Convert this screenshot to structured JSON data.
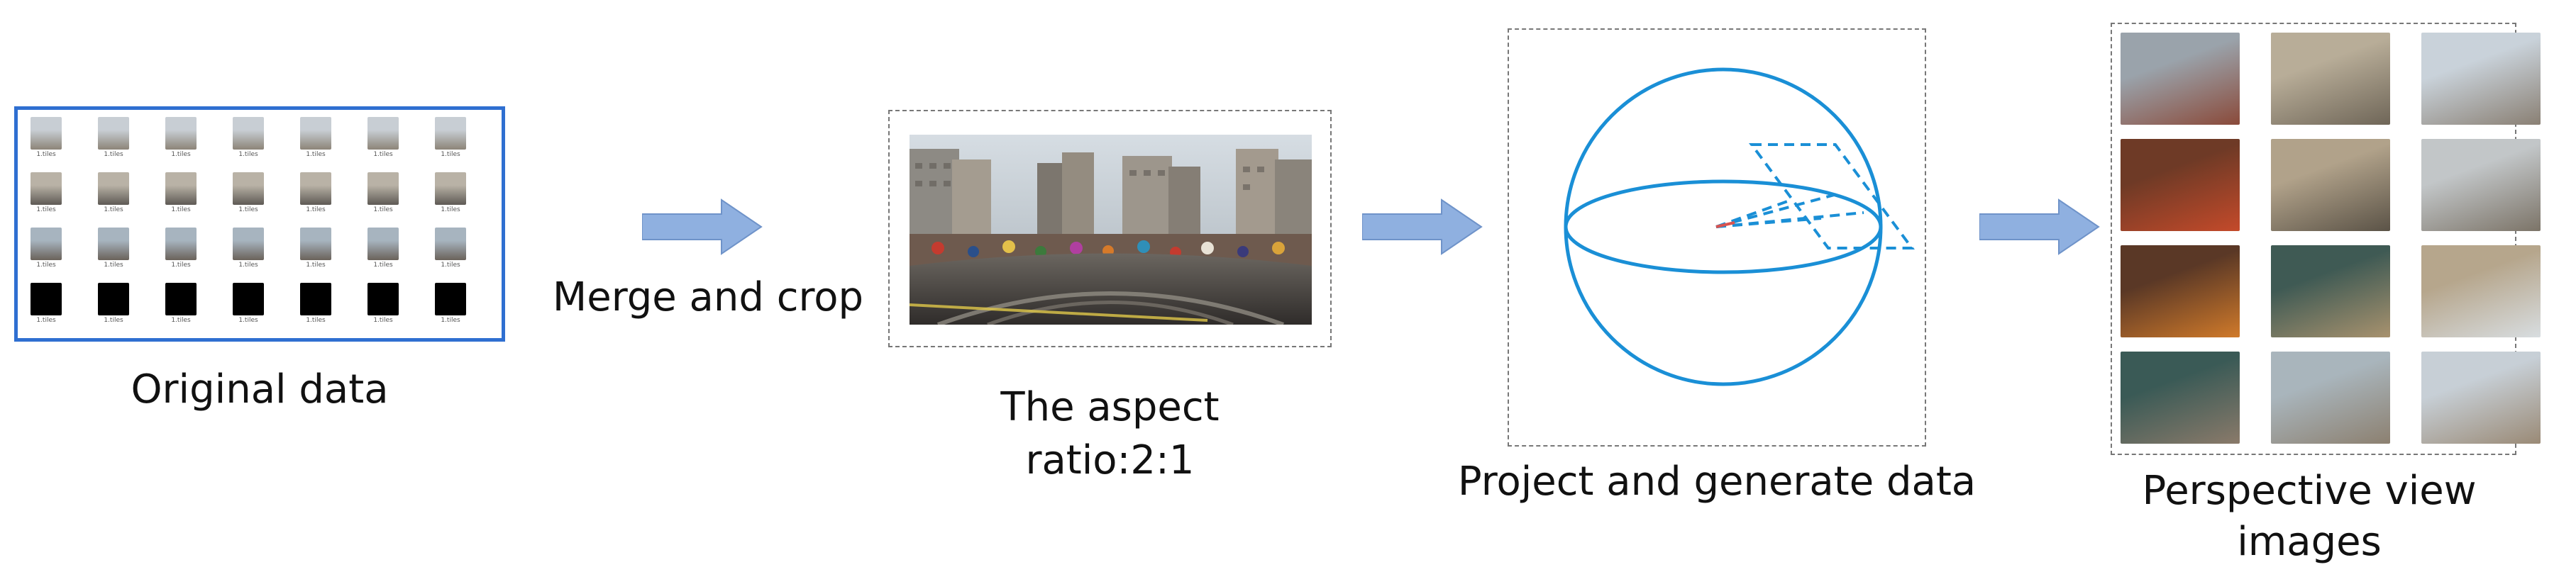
{
  "stages": [
    {
      "label": "Original data"
    },
    {
      "label": "Merge and crop"
    },
    {
      "label_lines": [
        "The aspect",
        "ratio:2:1"
      ]
    },
    {
      "label": "Project and generate data"
    },
    {
      "label_lines": [
        "Perspective view",
        "images"
      ]
    }
  ],
  "file_captions": [
    "1.tiles"
  ],
  "colors": {
    "arrow_fill": "#8fb0e0",
    "arrow_stroke": "#6f93c9",
    "frame_blue": "#2f6fd1",
    "sphere_blue": "#1a8fd6"
  }
}
